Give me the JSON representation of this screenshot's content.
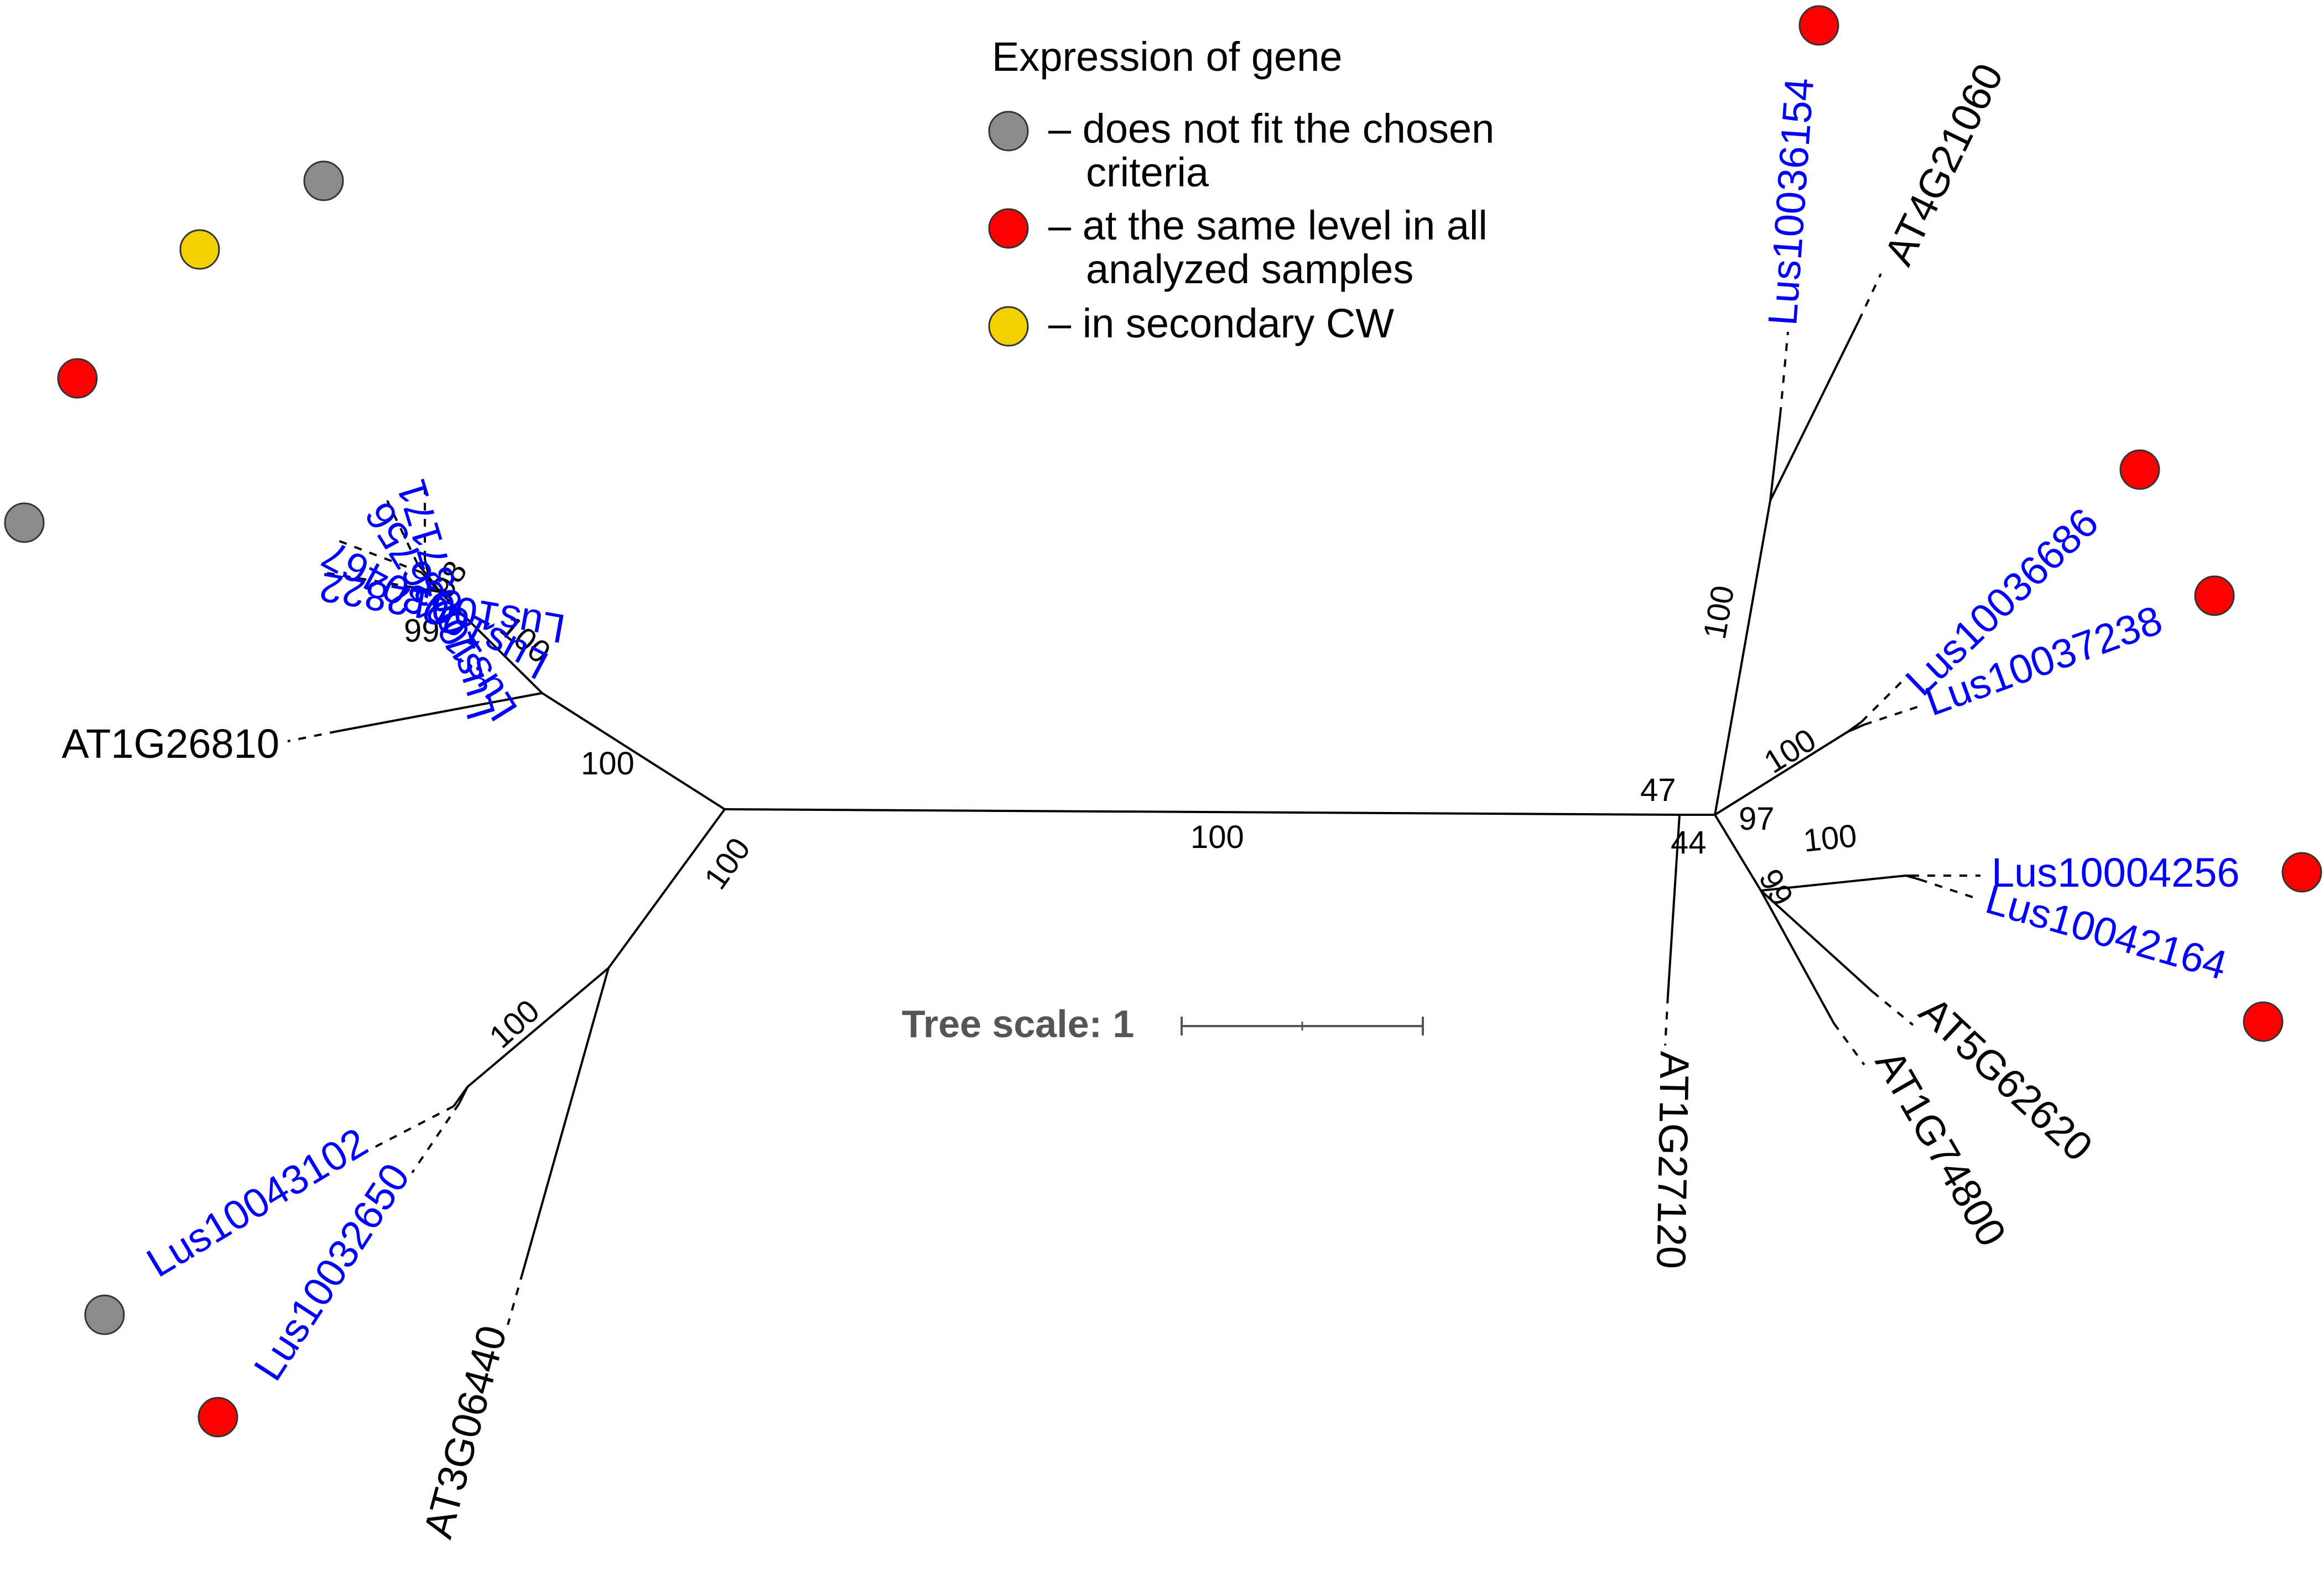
{
  "legend": {
    "title": "Expression of gene",
    "items": [
      {
        "color": "#8c8c8c",
        "line1": "– does not fit the chosen",
        "line2": "criteria"
      },
      {
        "color": "#ff0000",
        "line1": "– at the same level in all",
        "line2": "analyzed samples"
      },
      {
        "color": "#f5d000",
        "line1": "– in secondary CW",
        "line2": ""
      }
    ]
  },
  "scale": {
    "label": "Tree scale: 1"
  },
  "colors": {
    "lus_label": "#0000ff",
    "at_label": "#000000",
    "gray": "#8c8c8c",
    "red": "#ff0000",
    "yellow": "#f5d000"
  },
  "leaves": [
    {
      "id": "Lus10037171",
      "color": "#0000ff",
      "expression": "gray"
    },
    {
      "id": "Lus10036756",
      "color": "#0000ff",
      "expression": "yellow"
    },
    {
      "id": "Lus10030467",
      "color": "#0000ff",
      "expression": "red"
    },
    {
      "id": "Lus10012822",
      "color": "#0000ff",
      "expression": "gray"
    },
    {
      "id": "AT1G26810",
      "color": "#000000",
      "expression": null
    },
    {
      "id": "Lus10043102",
      "color": "#0000ff",
      "expression": "gray"
    },
    {
      "id": "Lus10032650",
      "color": "#0000ff",
      "expression": "red"
    },
    {
      "id": "AT3G06440",
      "color": "#000000",
      "expression": null
    },
    {
      "id": "Lus10036154",
      "color": "#0000ff",
      "expression": "red"
    },
    {
      "id": "AT4G21060",
      "color": "#000000",
      "expression": null
    },
    {
      "id": "Lus10036686",
      "color": "#0000ff",
      "expression": "red"
    },
    {
      "id": "Lus10037238",
      "color": "#0000ff",
      "expression": "red"
    },
    {
      "id": "Lus10004256",
      "color": "#0000ff",
      "expression": "red"
    },
    {
      "id": "Lus10042164",
      "color": "#0000ff",
      "expression": "red"
    },
    {
      "id": "AT5G62620",
      "color": "#000000",
      "expression": null
    },
    {
      "id": "AT1G74800",
      "color": "#000000",
      "expression": null
    },
    {
      "id": "AT1G27120",
      "color": "#000000",
      "expression": null
    }
  ],
  "bootstrap": [
    "98",
    "99",
    "100",
    "100",
    "100",
    "100",
    "100",
    "100",
    "47",
    "44",
    "100",
    "97",
    "100",
    "99"
  ]
}
